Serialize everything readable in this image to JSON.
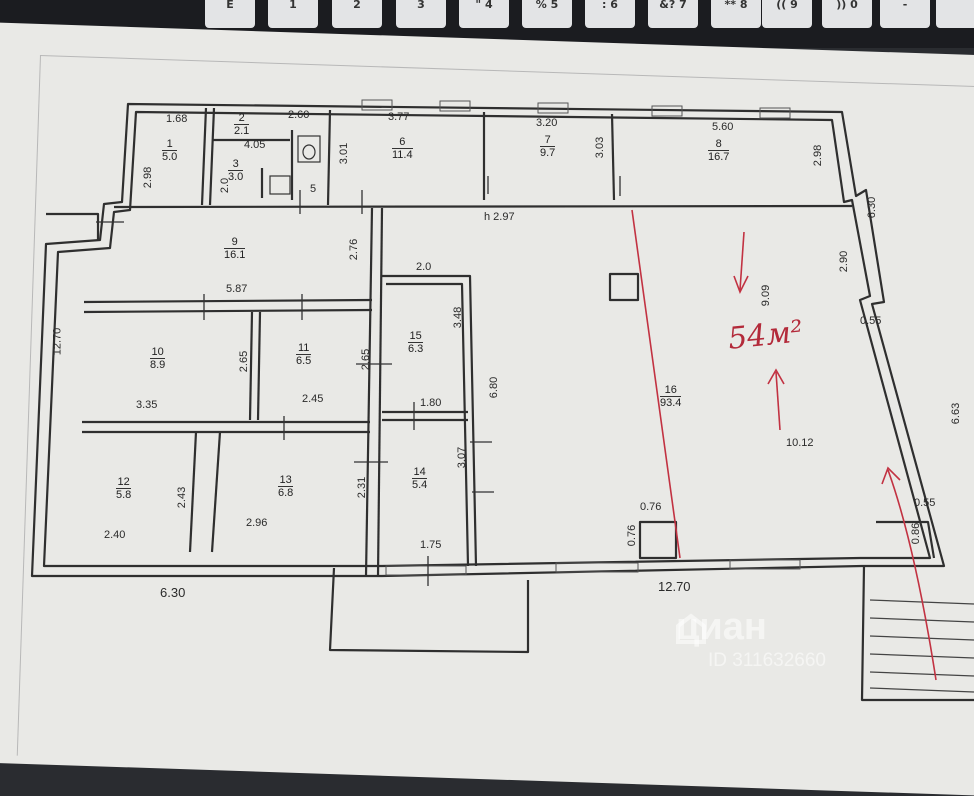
{
  "keyboard": {
    "keys": [
      "E",
      "1",
      "2",
      "3",
      "4",
      "5",
      "6",
      "7",
      "8",
      "9",
      "0",
      "-",
      ""
    ],
    "shifts": [
      "",
      "",
      "",
      "",
      "\"",
      "%",
      ":",
      "&?",
      "**",
      "((",
      "))",
      "",
      ""
    ]
  },
  "plan": {
    "rooms": [
      {
        "num": "1",
        "area": "5.0"
      },
      {
        "num": "2",
        "area": "2.1"
      },
      {
        "num": "3",
        "area": "3.0"
      },
      {
        "num": "6",
        "area": "11.4"
      },
      {
        "num": "7",
        "area": "9.7"
      },
      {
        "num": "8",
        "area": "16.7"
      },
      {
        "num": "9",
        "area": "16.1"
      },
      {
        "num": "10",
        "area": "8.9"
      },
      {
        "num": "11",
        "area": "6.5"
      },
      {
        "num": "12",
        "area": "5.8"
      },
      {
        "num": "13",
        "area": "6.8"
      },
      {
        "num": "15",
        "area": "6.3"
      },
      {
        "num": "14",
        "area": "5.4"
      },
      {
        "num": "16",
        "area": "93.4"
      }
    ],
    "dimensions": [
      "1.68",
      "2.60",
      "4.05",
      "3.77",
      "3.20",
      "5.60",
      "2.98",
      "2.0",
      "5",
      "3.01",
      "3.03",
      "2.98",
      "h 2.97",
      "6.30",
      "2.76",
      "5.87",
      "2.0",
      "3.48",
      "12.70",
      "2.65",
      "2.65",
      "3.35",
      "2.45",
      "1.80",
      "6.80",
      "2.90",
      "9.09",
      "0.55",
      "6.63",
      "10.12",
      "2.43",
      "2.31",
      "3.07",
      "2.40",
      "2.96",
      "1.75",
      "0.76",
      "0.76",
      "0.55",
      "0.86",
      "6.30",
      "12.70"
    ],
    "handwritten_note": "54м²"
  },
  "watermark": {
    "brand": "циан",
    "id": "ID 311632660"
  },
  "colors": {
    "ink": "#2a2a2a",
    "red_marks": "#c23242",
    "paper": "#e9e9e6"
  }
}
